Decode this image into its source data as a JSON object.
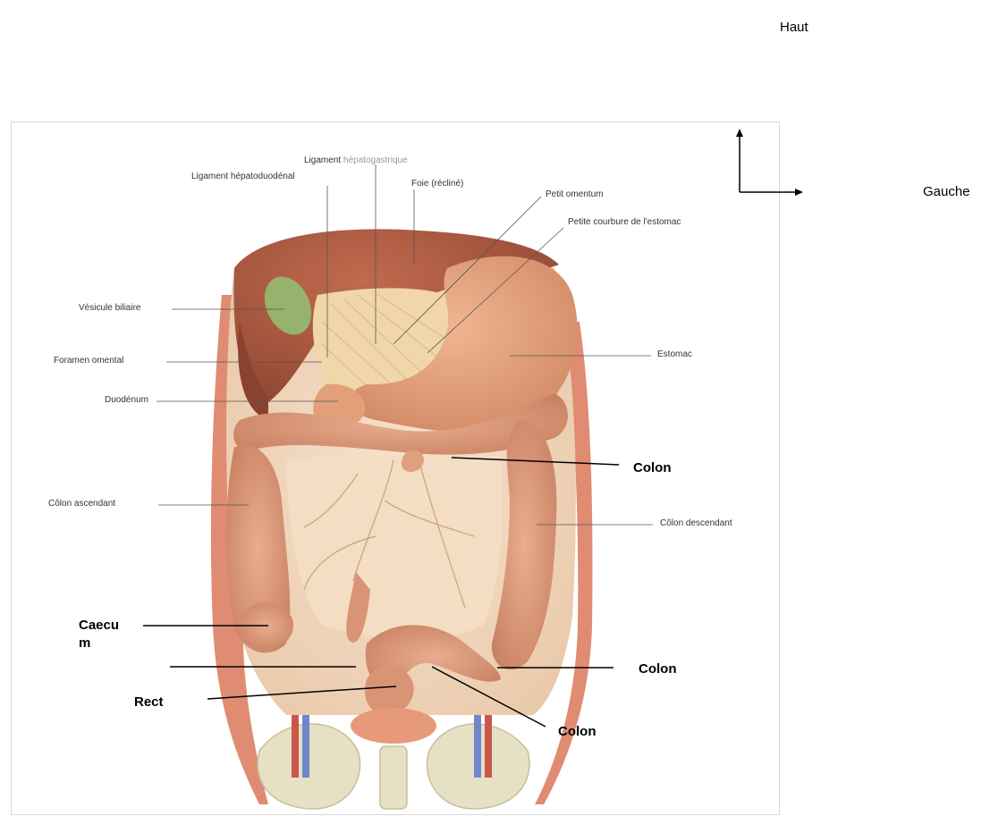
{
  "orientation": {
    "up_label": "Haut",
    "left_label": "Gauche"
  },
  "printed_labels": {
    "ligament_hepatogastrique_a": "Ligament",
    "ligament_hepatogastrique_b": "hépatogastrique",
    "ligament_hepatoduodenal": "Ligament hépatoduodénal",
    "foie": "Foie (récliné)",
    "petit_omentum": "Petit omentum",
    "petite_courbure": "Petite courbure de l'estomac",
    "vesicule_biliaire": "Vésicule biliaire",
    "foramen_omental": "Foramen omental",
    "duodenum": "Duodénum",
    "estomac": "Estomac",
    "colon_ascendant": "Côlon ascendant",
    "colon_descendant": "Côlon descendant"
  },
  "added_labels": {
    "colon_transverse": "Colon",
    "caecum_line1": "Caecu",
    "caecum_line2": "m",
    "colon_sigmoide": "Colon",
    "rectum": "Rect",
    "colon_bottom": "Colon"
  },
  "colors": {
    "liver": "#a8573f",
    "stomach": "#e2a078",
    "intestine": "#d99475",
    "gallbladder": "#97b26d",
    "omentum": "#f0d6a8",
    "bone": "#e6e0c5",
    "vessel_blue": "#6f86c8",
    "muscle": "#d9785a"
  }
}
